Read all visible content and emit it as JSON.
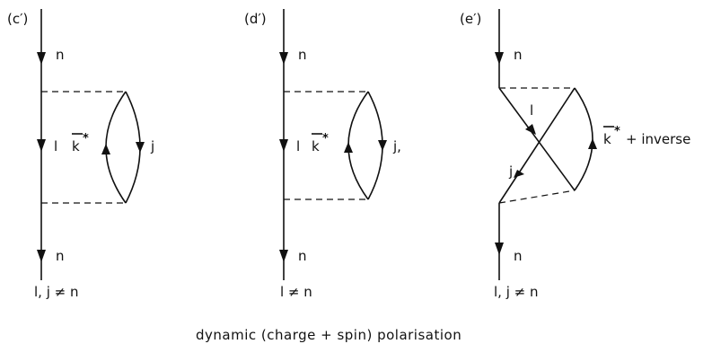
{
  "diagram_c": {
    "tag": "(c′)",
    "n_top": "n",
    "l": "l",
    "k": "k",
    "star": "*",
    "j": "j",
    "n_bottom": "n",
    "condition": "l, j ≠ n"
  },
  "diagram_d": {
    "tag": "(d′)",
    "n_top": "n",
    "l": "l",
    "k": "k",
    "star": "*",
    "j": "j,",
    "n_bottom": "n",
    "condition": "l ≠ n"
  },
  "diagram_e": {
    "tag": "(e′)",
    "n_top": "n",
    "l": "l",
    "j": "j",
    "k": "k",
    "star": "*",
    "inverse": "+ inverse",
    "n_bottom": "n",
    "condition": "l, j ≠ n"
  },
  "caption": "dynamic (charge + spin) polarisation"
}
